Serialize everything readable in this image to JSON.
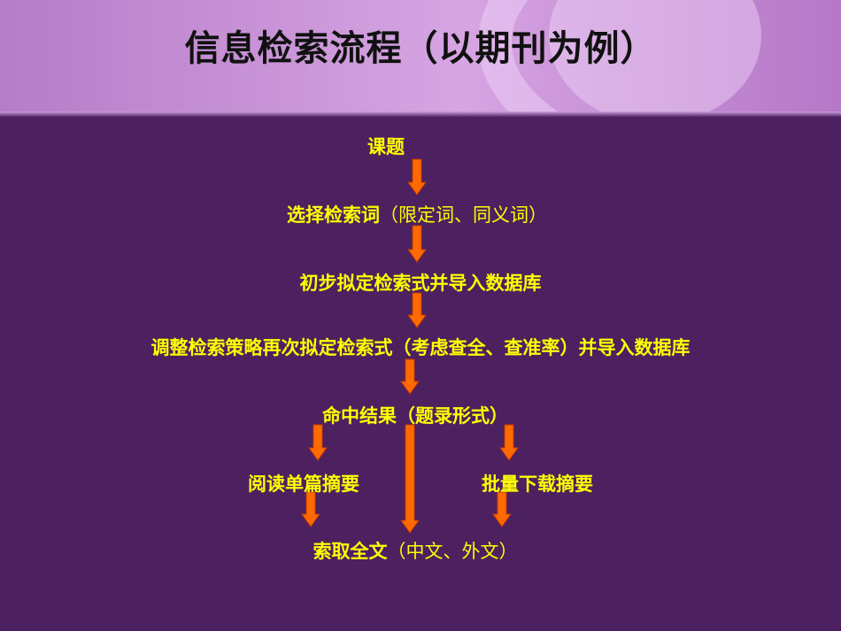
{
  "title": "信息检索流程（以期刊为例）",
  "colors": {
    "background": "#4d2060",
    "node_text": "#ffff00",
    "arrow_fill": "#ff6a00",
    "arrow_stroke": "#c23a00"
  },
  "nodes": {
    "topic": {
      "text": "课题",
      "paren": ""
    },
    "select_terms": {
      "text": "选择检索词",
      "paren": "（限定词、同义词）"
    },
    "initial_query": {
      "text": "初步拟定检索式并导入数据库",
      "paren": ""
    },
    "adjust_strategy": {
      "text": "调整检索策略再次拟定检索式（考虑查全、查准率）并导入数据库",
      "paren": ""
    },
    "hit_results": {
      "text": "命中结果（题录形式）",
      "paren": ""
    },
    "read_abstracts": {
      "text": "阅读单篇摘要",
      "paren": ""
    },
    "batch_download": {
      "text": "批量下载摘要",
      "paren": ""
    },
    "fulltext": {
      "text": "索取全文",
      "paren": "（中文、外文）"
    }
  },
  "edges": [
    [
      "topic",
      "select_terms"
    ],
    [
      "select_terms",
      "initial_query"
    ],
    [
      "initial_query",
      "adjust_strategy"
    ],
    [
      "adjust_strategy",
      "hit_results"
    ],
    [
      "hit_results",
      "read_abstracts"
    ],
    [
      "hit_results",
      "fulltext"
    ],
    [
      "hit_results",
      "batch_download"
    ],
    [
      "read_abstracts",
      "fulltext"
    ],
    [
      "batch_download",
      "fulltext"
    ]
  ]
}
